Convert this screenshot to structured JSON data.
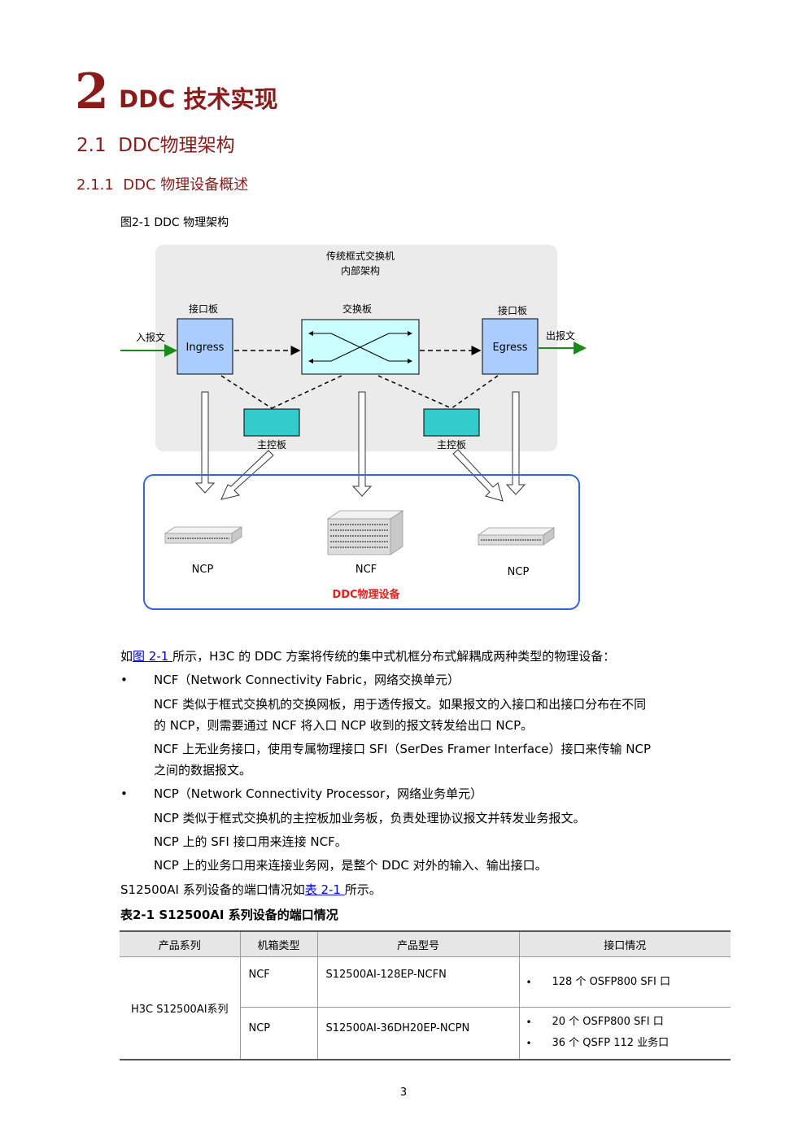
{
  "chapter": {
    "number": "2",
    "title": "DDC 技术实现"
  },
  "section": {
    "number": "2.1",
    "title": "DDC物理架构"
  },
  "subsection": {
    "number": "2.1.1",
    "title": "DDC 物理设备概述"
  },
  "figure": {
    "caption": "图2-1 DDC 物理架构",
    "chassis_title_line1": "传统框式交换机",
    "chassis_title_line2": "内部架构",
    "label_ingress_board": "接口板",
    "label_fabric_board": "交换板",
    "label_egress_board": "接口板",
    "ingress": "Ingress",
    "egress": "Egress",
    "in_packet": "入报文",
    "out_packet": "出报文",
    "mpu_left": "主控板",
    "mpu_right": "主控板",
    "dev_ncp_left": "NCP",
    "dev_ncf": "NCF",
    "dev_ncp_right": "NCP",
    "group_label": "DDC物理设备",
    "colors": {
      "chassis_bg": "#ebebeb",
      "linecard": "#aaccff",
      "fabric": "#ccffff",
      "mpu": "#33cccc",
      "arrow_green": "#1a8a1a",
      "group_border": "#3366dd",
      "group_label": "#e02020"
    }
  },
  "intro": {
    "prefix": "如",
    "link": "图 2-1 ",
    "suffix": "所示，H3C 的 DDC 方案将传统的集中式机框分布式解耦成两种类型的物理设备："
  },
  "items": [
    {
      "title": "NCF（Network Connectivity Fabric，网络交换单元）",
      "lines": [
        "NCF 类似于框式交换机的交换网板，用于透传报文。如果报文的入接口和出接口分布在不同",
        "的 NCP，则需要通过 NCF 将入口 NCP 收到的报文转发给出口 NCP。",
        "NCF 上无业务接口，使用专属物理接口 SFI（SerDes Framer Interface）接口来传输 NCP",
        "之间的数据报文。"
      ]
    },
    {
      "title": "NCP（Network Connectivity Processor，网络业务单元）",
      "lines": [
        "NCP 类似于框式交换机的主控板加业务板，负责处理协议报文并转发业务报文。",
        "NCP 上的 SFI 接口用来连接 NCF。",
        "NCP 上的业务口用来连接业务网，是整个 DDC 对外的输入、输出接口。"
      ]
    }
  ],
  "table_intro": {
    "prefix": "S12500AI 系列设备的端口情况如",
    "link": "表 2-1 ",
    "suffix": "所示。"
  },
  "table": {
    "caption": "表2-1 S12500AI 系列设备的端口情况",
    "headers": [
      "产品系列",
      "机箱类型",
      "产品型号",
      "接口情况"
    ],
    "series": "H3C S12500AI系列",
    "rows": [
      {
        "type": "NCF",
        "model": "S12500AI-128EP-NCFN",
        "ports": [
          "128 个 OSFP800 SFI 口"
        ]
      },
      {
        "type": "NCP",
        "model": "S12500AI-36DH20EP-NCPN",
        "ports": [
          "20 个 OSFP800 SFI 口",
          "36 个 QSFP 112 业务口"
        ]
      }
    ]
  },
  "page_number": "3"
}
